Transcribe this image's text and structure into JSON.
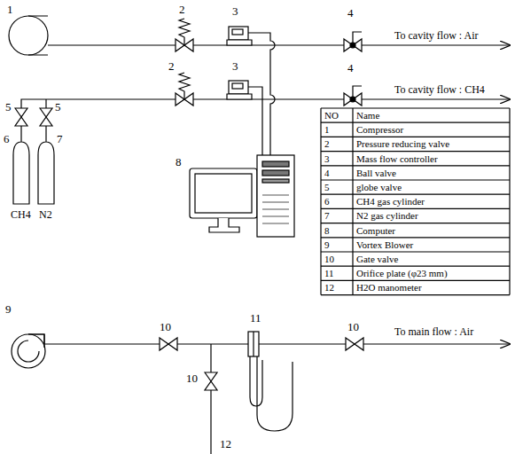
{
  "diagram": {
    "labels": [
      "1",
      "2",
      "3",
      "4",
      "To cavity flow : Air",
      "2",
      "3",
      "4",
      "To cavity flow : CH4",
      "5",
      "5",
      "6",
      "7",
      "CH4",
      "N2",
      "8",
      "9",
      "10",
      "10",
      "11",
      "10",
      "To main flow : Air",
      "12",
      "NO",
      "Name",
      "1",
      "Compressor",
      "2",
      "Pressure reducing valve",
      "3",
      "Mass flow controller",
      "4",
      "Ball valve",
      "5",
      "globe valve",
      "6",
      "CH4 gas cylinder",
      "7",
      "N2 gas cylinder",
      "8",
      "Computer",
      "9",
      "Vortex Blower",
      "10",
      "Gate valve",
      "11",
      "Orifice plate (φ23 mm)",
      "12",
      "H2O manometer"
    ]
  }
}
